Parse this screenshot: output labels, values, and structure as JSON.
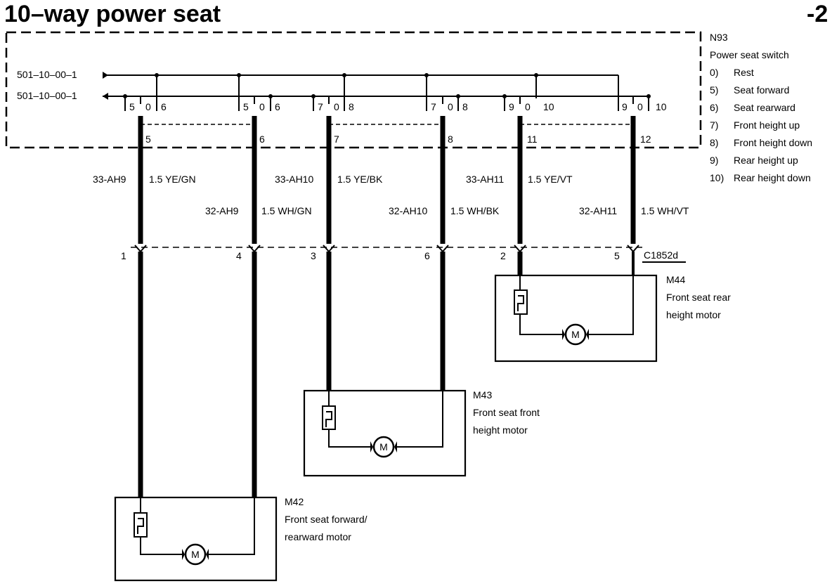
{
  "header": {
    "title": "10–way power seat",
    "page_suffix": "-2"
  },
  "switch": {
    "id": "N93",
    "name": "Power seat switch",
    "legend": [
      {
        "num": "0)",
        "text": "Rest"
      },
      {
        "num": "5)",
        "text": "Seat forward"
      },
      {
        "num": "6)",
        "text": "Seat rearward"
      },
      {
        "num": "7)",
        "text": "Front height up"
      },
      {
        "num": "8)",
        "text": "Front height down"
      },
      {
        "num": "9)",
        "text": "Rear height up"
      },
      {
        "num": "10)",
        "text": "Rear height down"
      }
    ],
    "refs": [
      "501–10–00–1",
      "501–10–00–1"
    ],
    "contacts": [
      {
        "a": "5",
        "b": "0",
        "c": "6"
      },
      {
        "a": "5",
        "b": "0",
        "c": "6"
      },
      {
        "a": "7",
        "b": "0",
        "c": "8"
      },
      {
        "a": "7",
        "b": "0",
        "c": "8"
      },
      {
        "a": "9",
        "b": "0",
        "c": "10"
      },
      {
        "a": "9",
        "b": "0",
        "c": "10"
      }
    ],
    "pins": [
      "5",
      "6",
      "7",
      "8",
      "11",
      "12"
    ]
  },
  "wires": [
    {
      "circuit": "33-AH9",
      "spec": "1.5 YE/GN"
    },
    {
      "circuit": "32-AH9",
      "spec": "1.5 WH/GN"
    },
    {
      "circuit": "33-AH10",
      "spec": "1.5 YE/BK"
    },
    {
      "circuit": "32-AH10",
      "spec": "1.5 WH/BK"
    },
    {
      "circuit": "33-AH11",
      "spec": "1.5 YE/VT"
    },
    {
      "circuit": "32-AH11",
      "spec": "1.5 WH/VT"
    }
  ],
  "connector": {
    "id": "C1852d",
    "pins": [
      "1",
      "4",
      "3",
      "6",
      "2",
      "5"
    ]
  },
  "motors": [
    {
      "id": "M44",
      "line1": "Front seat rear",
      "line2": "height motor"
    },
    {
      "id": "M43",
      "line1": "Front seat front",
      "line2": "height motor"
    },
    {
      "id": "M42",
      "line1": "Front seat forward/",
      "line2": "rearward motor"
    }
  ],
  "motor_symbol": "M"
}
